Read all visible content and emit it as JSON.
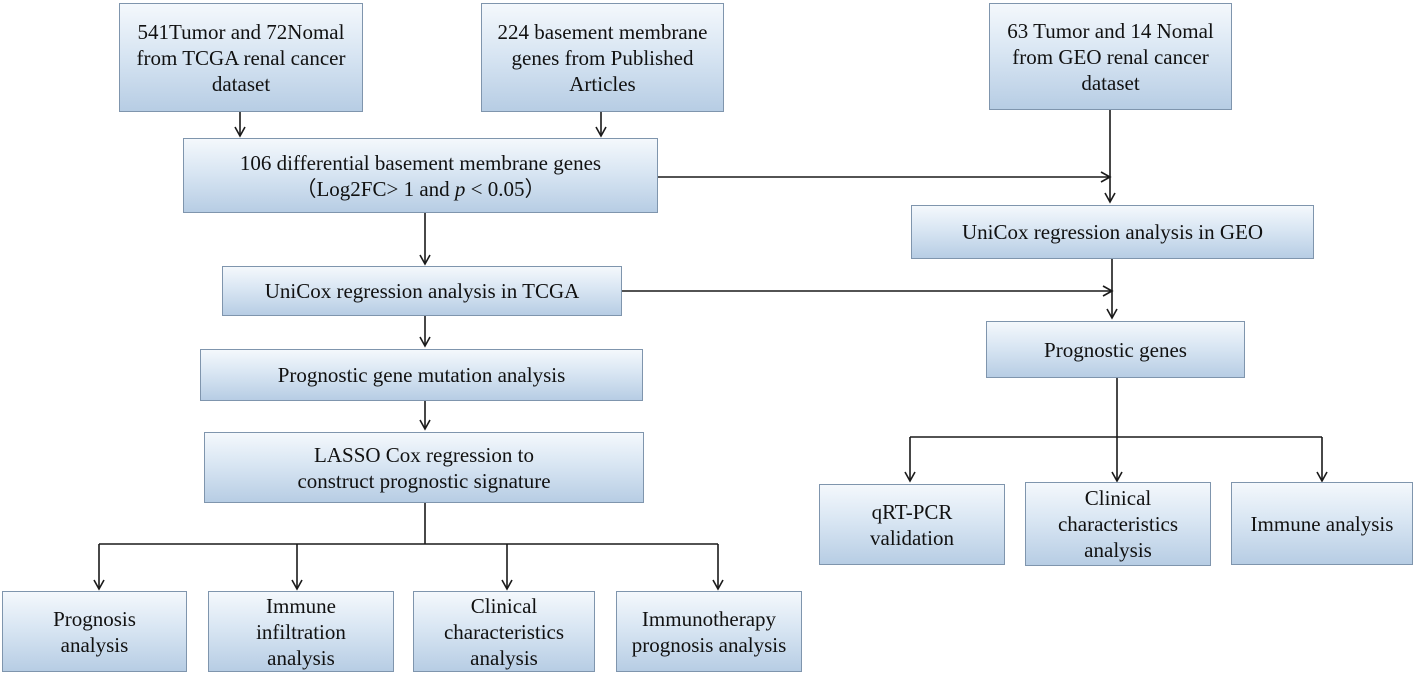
{
  "nodes": {
    "tcga_source": {
      "text": "541Tumor  and 72Nomal from TCGA renal cancer dataset"
    },
    "bm_genes_source": {
      "text": "224 basement membrane genes from Published Articles"
    },
    "geo_source": {
      "text": "63 Tumor  and 14 Nomal from GEO renal cancer dataset"
    },
    "differential_genes": {
      "line1": "106 differential basement membrane genes",
      "line2_prefix": "（Log2FC> 1 and ",
      "line2_p": "p",
      "line2_suffix": " < 0.05）"
    },
    "unicox_geo": {
      "text": "UniCox regression analysis in GEO"
    },
    "unicox_tcga": {
      "text": "UniCox regression analysis in TCGA"
    },
    "prognostic_genes": {
      "text": "Prognostic genes"
    },
    "mutation_analysis": {
      "text": "Prognostic gene mutation analysis"
    },
    "lasso_signature": {
      "line1": "LASSO Cox regression to",
      "line2": "construct prognostic  signature"
    },
    "qrt_pcr": {
      "line1": "qRT-PCR",
      "line2": "validation"
    },
    "clinical_right": {
      "line1": "Clinical",
      "line2": "characteristics",
      "line3": "analysis"
    },
    "immune_right": {
      "text": "Immune analysis"
    },
    "prognosis_analysis": {
      "line1": "Prognosis",
      "line2": "analysis"
    },
    "immune_infiltration": {
      "line1": "Immune",
      "line2": "infiltration",
      "line3": "analysis"
    },
    "clinical_left": {
      "line1": "Clinical",
      "line2": "characteristics",
      "line3": "analysis"
    },
    "immunotherapy": {
      "line1": "Immunotherapy",
      "line2": "prognosis analysis"
    }
  },
  "colors": {
    "box_top": "#f4f8fc",
    "box_bottom": "#b7cde4",
    "box_border": "#7f95ad",
    "arrow": "#1a1a1a",
    "text": "#111111"
  }
}
